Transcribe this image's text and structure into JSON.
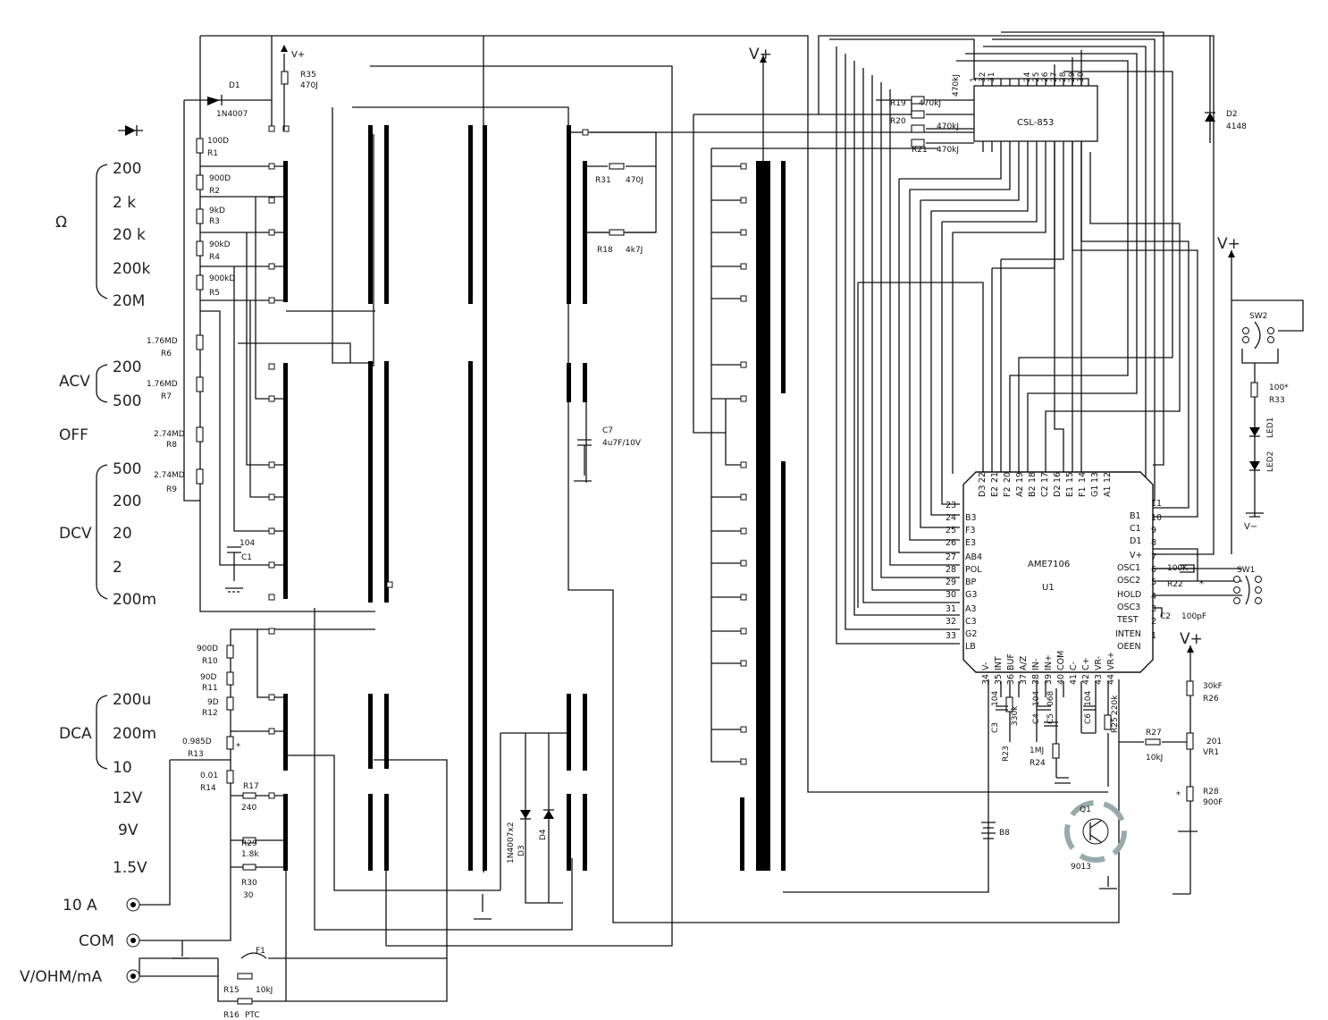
{
  "ranges": {
    "diode_label": "",
    "ohm": {
      "symbol": "Ω",
      "values": [
        "200",
        "2  k",
        "20  k",
        "200k",
        "20M"
      ]
    },
    "acv": {
      "label": "ACV",
      "values": [
        "200",
        "500"
      ]
    },
    "off": "OFF",
    "dcv": {
      "label": "DCV",
      "values": [
        "500",
        "200",
        "20",
        "2",
        "200m"
      ]
    },
    "dca": {
      "label": "DCA",
      "values": [
        "200u",
        "200m",
        "10"
      ]
    },
    "battery": [
      "12V",
      "9V",
      "1.5V"
    ]
  },
  "terminals": {
    "ten_a": "10  A",
    "com": "COM",
    "vohm": "V/OHM/mA"
  },
  "power": {
    "vplus": "V+",
    "vminus": "V−"
  },
  "components": {
    "d1": "D1",
    "d1_val": "1N4007",
    "r35": "R35",
    "r35_val": "470J",
    "r1": "R1",
    "r1_val": "100D",
    "r2": "R2",
    "r2_val": "900D",
    "r3": "R3",
    "r3_val": "9kD",
    "r4": "R4",
    "r4_val": "90kD",
    "r5": "R5",
    "r5_val": "900kD",
    "r6": "R6",
    "r6_val": "1.76MD",
    "r7": "R7",
    "r7_val": "1.76MD",
    "r8": "R8",
    "r8_val": "2.74MD",
    "r9": "R9",
    "r9_val": "2.74MD",
    "c1": "C1",
    "c1_val": "104",
    "r10": "R10",
    "r10_val": "900D",
    "r11": "R11",
    "r11_val": "90D",
    "r12": "R12",
    "r12_val": "9D",
    "r13": "R13",
    "r13_val": "0.985D",
    "r14": "R14",
    "r14_val": "0.01",
    "r17": "R17",
    "r17_val": "240",
    "r29": "R29",
    "r29_val": "1.8k",
    "r30": "R30",
    "r30_val": "30",
    "f1": "F1",
    "r15": "R15",
    "r15_val": "10kJ",
    "r16": "R16",
    "r16_val": "PTC",
    "r31": "R31",
    "r31_val": "470J",
    "r18": "R18",
    "r18_val": "4k7J",
    "c7": "C7",
    "c7_val": "4u7F/10V",
    "d3": "D3",
    "d4": "D4",
    "d34_val": "1N4007x2",
    "r19": "R19",
    "r19_val": "470kJ",
    "r20": "R20",
    "r20_val": "470kJ",
    "r21": "R21",
    "r21_val": "470kJ",
    "r22_val": "470kJ",
    "lcd": "CSL-853",
    "d2": "D2",
    "d2_val": "4148",
    "sw2": "SW2",
    "sw1": "SW1",
    "r33": "R33",
    "r33_val": "100*",
    "led1": "LED1",
    "led2": "LED2",
    "u1": "U1",
    "u1_name": "AME7106",
    "r22": "R22",
    "r22b_val": "100K",
    "c2": "C2",
    "c2_val": "100pF",
    "r26": "R26",
    "r26_val": "30kF",
    "r27": "R27",
    "r27_val": "10kJ",
    "vr1": "VR1",
    "vr1_val": "201",
    "r28": "R28",
    "r28_val": "900F",
    "c3": "C3",
    "c3_val": "104",
    "r23": "R23",
    "r23_val": "330k",
    "c4": "C4",
    "c4_val": "104",
    "c5": "C5",
    "c5_val": "068",
    "c6": "C6",
    "c6_val": "104",
    "r24": "R24",
    "r24_val": "1MJ",
    "r25": "R25",
    "r25_val": "220k",
    "q1": "Q1",
    "q1_val": "9013",
    "b": "B8",
    "star": "*"
  },
  "ic": {
    "top_pins": [
      "22",
      "21",
      "20",
      "19",
      "18",
      "17",
      "16",
      "15",
      "14",
      "13",
      "12"
    ],
    "top_names": [
      "D3",
      "E2",
      "F2",
      "A2",
      "B2",
      "C2",
      "D2",
      "E1",
      "F1",
      "G1",
      "A1"
    ],
    "left_pins": [
      "23",
      "24",
      "25",
      "26",
      "27",
      "28",
      "29",
      "30",
      "31",
      "32",
      "33"
    ],
    "left_names": [
      "",
      "B3",
      "F3",
      "E3",
      "AB4",
      "POL",
      "BP",
      "G3",
      "A3",
      "C3",
      "G2",
      "LB"
    ],
    "right_pins": [
      "11",
      "10",
      "9",
      "8",
      "7",
      "6",
      "5",
      "4",
      "3",
      "2",
      "1"
    ],
    "right_names": [
      "B1",
      "C1",
      "D1",
      "V+",
      "OSC1",
      "OSC2",
      "HOLD",
      "OSC3",
      "TEST",
      "INTEN",
      "OEEN"
    ],
    "bottom_pins": [
      "34",
      "35",
      "36",
      "37",
      "38",
      "39",
      "40",
      "41",
      "42",
      "43",
      "44"
    ],
    "bottom_names": [
      "V-",
      "INT",
      "BUF",
      "A/Z",
      "IN-",
      "IN+",
      "COM",
      "C-",
      "C+",
      "VR-",
      "VR+"
    ]
  },
  "lcd_pins": [
    "1",
    "32",
    "31",
    "24",
    "25",
    "26",
    "27",
    "28",
    "29",
    "30"
  ]
}
